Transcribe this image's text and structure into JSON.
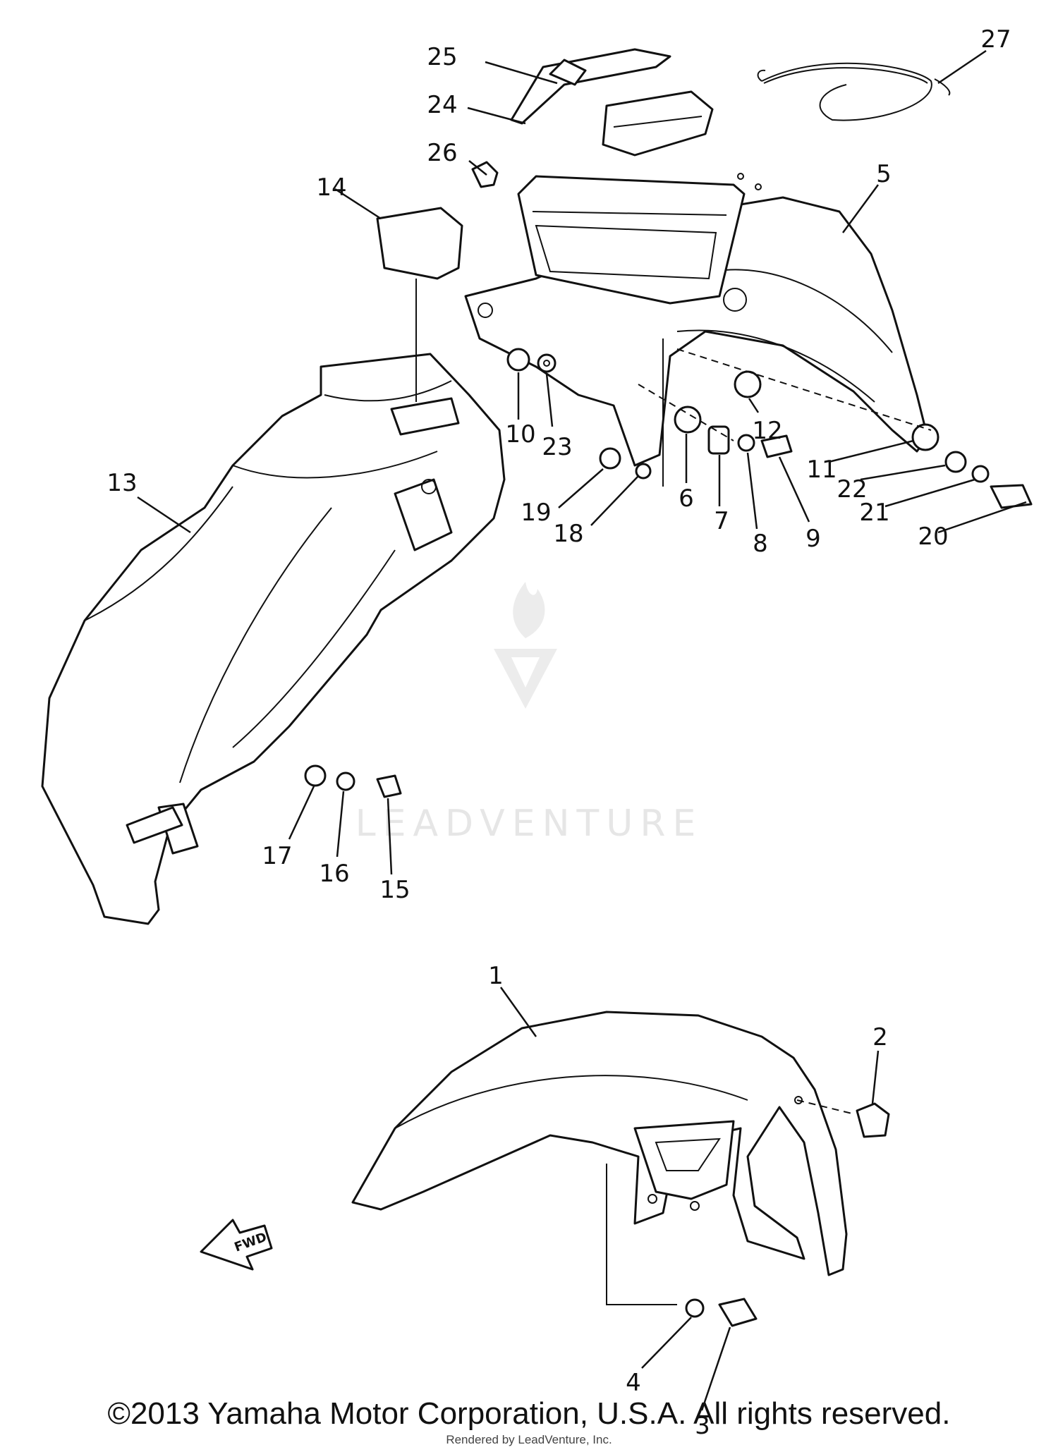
{
  "watermark": {
    "text": "LEADVENTURE"
  },
  "direction_label": "FWD",
  "callouts": [
    {
      "id": "c1",
      "label": "1"
    },
    {
      "id": "c2",
      "label": "2"
    },
    {
      "id": "c3",
      "label": "3"
    },
    {
      "id": "c4",
      "label": "4"
    },
    {
      "id": "c5",
      "label": "5"
    },
    {
      "id": "c6",
      "label": "6"
    },
    {
      "id": "c7",
      "label": "7"
    },
    {
      "id": "c8",
      "label": "8"
    },
    {
      "id": "c9",
      "label": "9"
    },
    {
      "id": "c10",
      "label": "10"
    },
    {
      "id": "c11",
      "label": "11"
    },
    {
      "id": "c12",
      "label": "12"
    },
    {
      "id": "c13",
      "label": "13"
    },
    {
      "id": "c14",
      "label": "14"
    },
    {
      "id": "c15",
      "label": "15"
    },
    {
      "id": "c16",
      "label": "16"
    },
    {
      "id": "c17",
      "label": "17"
    },
    {
      "id": "c18",
      "label": "18"
    },
    {
      "id": "c19",
      "label": "19"
    },
    {
      "id": "c20",
      "label": "20"
    },
    {
      "id": "c21",
      "label": "21"
    },
    {
      "id": "c22",
      "label": "22"
    },
    {
      "id": "c23",
      "label": "23"
    },
    {
      "id": "c24",
      "label": "24"
    },
    {
      "id": "c25",
      "label": "25"
    },
    {
      "id": "c26",
      "label": "26"
    },
    {
      "id": "c27",
      "label": "27"
    }
  ],
  "footer": {
    "copyright": "©2013 Yamaha Motor Corporation, U.S.A. All rights reserved.",
    "rendered_by": "Rendered by LeadVenture, Inc."
  }
}
